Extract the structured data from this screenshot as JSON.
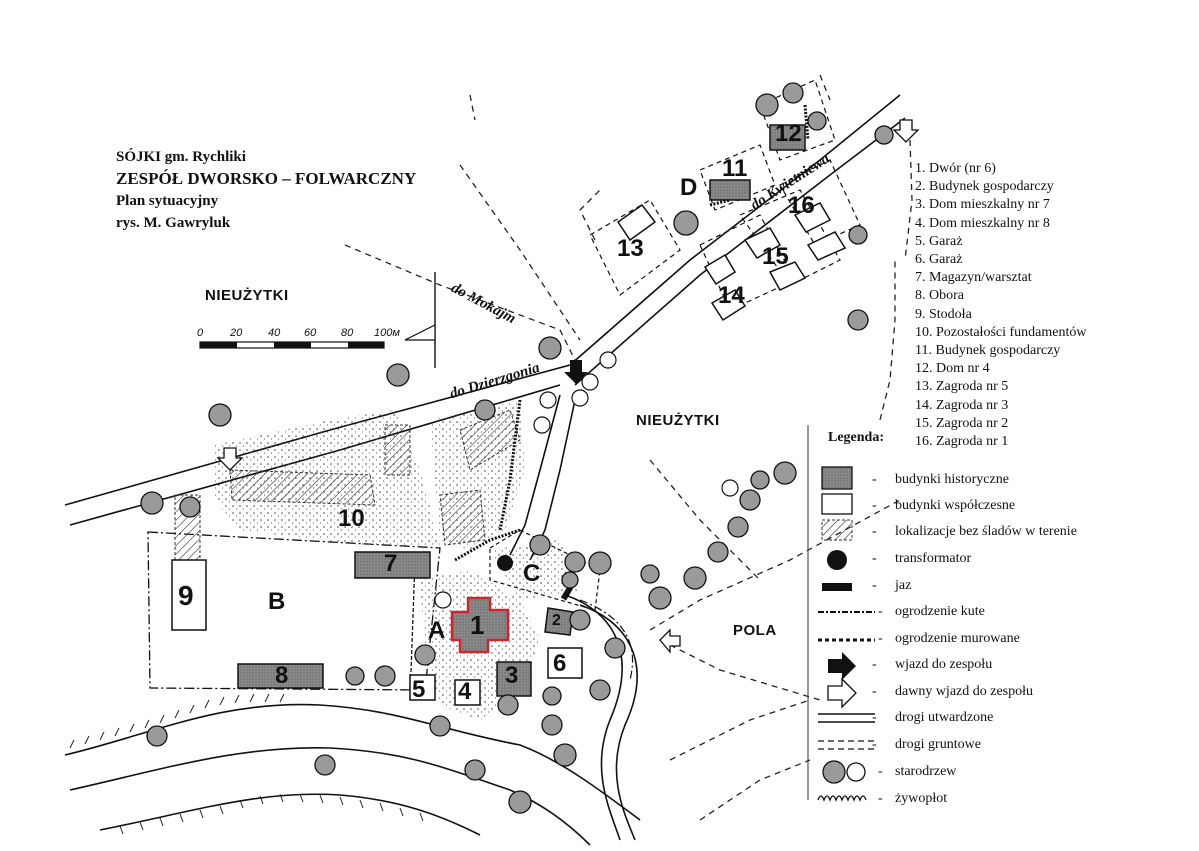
{
  "title": {
    "line1": "SÓJKI gm. Rychliki",
    "line2": "ZESPÓŁ DWORSKO – FOLWARCZNY",
    "line3": "Plan sytuacyjny",
    "line4": "rys. M. Gawryluk"
  },
  "areas": {
    "wasteland_left": "NIEUŻYTKI",
    "wasteland_center": "NIEUŻYTKI",
    "fields": "POLA"
  },
  "roads": {
    "to_mokajmy": "do Mokajm",
    "to_dzierzgon": "do Dzierzgonia",
    "to_kwietniewo": "do Kwietniewa"
  },
  "scale": {
    "ticks": [
      "0",
      "20",
      "40",
      "60",
      "80",
      "100м"
    ]
  },
  "zones": [
    "A",
    "B",
    "C",
    "D"
  ],
  "building_numbers": [
    "1",
    "2",
    "3",
    "4",
    "5",
    "6",
    "7",
    "8",
    "9",
    "10",
    "11",
    "12",
    "13",
    "14",
    "15",
    "16"
  ],
  "numbered_list": [
    "1.  Dwór (nr 6)",
    "2.  Budynek gospodarczy",
    "3.  Dom mieszkalny nr 7",
    "4.  Dom mieszkalny nr 8",
    "5.  Garaż",
    "6.  Garaż",
    "7.  Magazyn/warsztat",
    "8.  Obora",
    "9.  Stodoła",
    "10. Pozostałości fundamentów",
    "11. Budynek gospodarczy",
    "12. Dom nr 4",
    "13. Zagroda nr 5",
    "14. Zagroda nr 3",
    "15. Zagroda nr 2",
    "16. Zagroda nr 1"
  ],
  "legend": {
    "title": "Legenda:",
    "items": [
      {
        "symbol": "historic-building",
        "label": "budynki historyczne"
      },
      {
        "symbol": "modern-building",
        "label": "budynki współczesne"
      },
      {
        "symbol": "no-trace-location",
        "label": "lokalizacje bez śladów w terenie"
      },
      {
        "symbol": "transformer",
        "label": "transformator"
      },
      {
        "symbol": "weir",
        "label": "jaz"
      },
      {
        "symbol": "wrought-fence",
        "label": "ogrodzenie kute"
      },
      {
        "symbol": "brick-fence",
        "label": "ogrodzenie murowane"
      },
      {
        "symbol": "entrance-arrow",
        "label": "wjazd do zespołu"
      },
      {
        "symbol": "former-entrance-arrow",
        "label": "dawny wjazd do zespołu"
      },
      {
        "symbol": "paved-road",
        "label": "drogi utwardzone"
      },
      {
        "symbol": "dirt-road",
        "label": "drogi gruntowe"
      },
      {
        "symbol": "old-trees",
        "label": "starodrzew"
      },
      {
        "symbol": "hedge",
        "label": "żywopłot"
      }
    ],
    "dash": "-"
  },
  "colors": {
    "ink": "#111111",
    "historic_fill": "#7a7a7a",
    "manor_outline": "#d0242c",
    "tree_fill": "#9a9a9a",
    "paper": "#ffffff"
  }
}
